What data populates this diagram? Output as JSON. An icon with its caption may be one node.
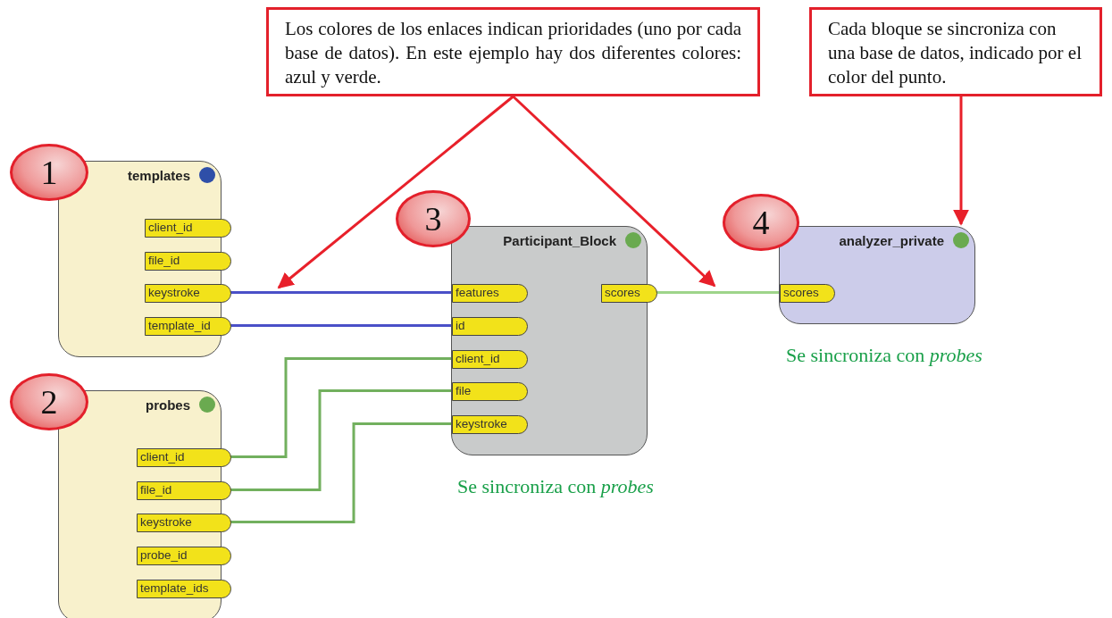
{
  "diagram": {
    "nodes": [
      {
        "text": [
          "Los colores de los enlaces indican prioridades (uno por cada base de datos). En este ejemplo hay dos diferentes colores: azul y verde."
        ]
      },
      {
        "text": [
          "Cada bloque se sincroniza con una base de datos, indicado por el color del punto."
        ]
      },
      {
        "text": [
          "1"
        ]
      },
      {
        "text": [
          "templates"
        ]
      },
      {
        "text": [
          "client_id"
        ],
        "in": 3
      },
      {
        "text": [
          "file_id"
        ],
        "in": 3
      },
      {
        "text": [
          "keystroke"
        ],
        "in": 3
      },
      {
        "text": [
          "template_id"
        ],
        "in": 3
      },
      {
        "text": [
          "2"
        ]
      },
      {
        "text": [
          "probes"
        ]
      },
      {
        "text": [
          "client_id"
        ],
        "in": 9
      },
      {
        "text": [
          "file_id"
        ],
        "in": 9
      },
      {
        "text": [
          "keystroke"
        ],
        "in": 9
      },
      {
        "text": [
          "probe_id"
        ],
        "in": 9
      },
      {
        "text": [
          "template_ids"
        ],
        "in": 9
      },
      {
        "text": [
          "3"
        ]
      },
      {
        "text": [
          "Participant_Block"
        ],
        "beside": [
          "Se sincroniza con *probes*"
        ]
      },
      {
        "text": [
          "features"
        ],
        "in": 16
      },
      {
        "text": [
          "id"
        ],
        "in": 16
      },
      {
        "text": [
          "client_id"
        ],
        "in": 16
      },
      {
        "text": [
          "file"
        ],
        "in": 16
      },
      {
        "text": [
          "keystroke"
        ],
        "in": 16
      },
      {
        "text": [
          "scores"
        ],
        "in": 16
      },
      {
        "text": [
          "4"
        ]
      },
      {
        "text": [
          "analyzer_private"
        ],
        "beside": [
          "Se sincroniza con *probes*"
        ]
      },
      {
        "text": [
          "scores"
        ],
        "in": 24
      }
    ],
    "edges": [
      {
        "from": 6,
        "to": 17,
        "arrow": "none",
        "color": "#4a50c8"
      },
      {
        "from": 7,
        "to": 18,
        "arrow": "none",
        "color": "#4a50c8"
      },
      {
        "from": 10,
        "to": 19,
        "arrow": "none",
        "color": "#72b05e"
      },
      {
        "from": 11,
        "to": 20,
        "arrow": "none",
        "color": "#72b05e"
      },
      {
        "from": 12,
        "to": 21,
        "arrow": "none",
        "color": "#72b05e"
      },
      {
        "from": 22,
        "to": 25,
        "arrow": "none",
        "color": "#9ed48a"
      },
      {
        "from": 0,
        "to": null,
        "arrow": "to",
        "color": "#e8202a"
      },
      {
        "from": 0,
        "to": null,
        "arrow": "to",
        "color": "#e8202a"
      },
      {
        "from": 1,
        "to": 24,
        "arrow": "to",
        "color": "#e8202a"
      }
    ]
  }
}
